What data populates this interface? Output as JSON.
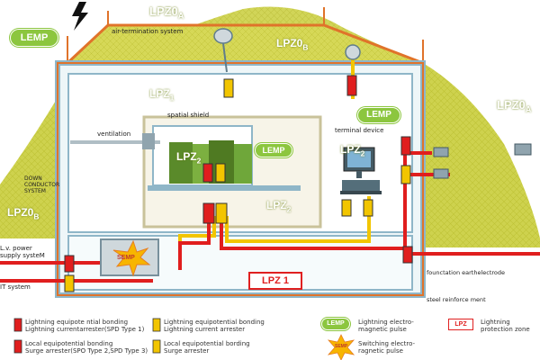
{
  "zones": {
    "lpz0a_top": "LPZ0A",
    "lpz0a_right": "LPZ0A",
    "lpz0b_top": "LPZ0B",
    "lpz0b_left": "LPZ0B",
    "lpz1_top": "LPZ1",
    "lpz2_server": "LPZ2",
    "lpz2_inner": "LPZ2",
    "lpz2_terminal": "LPZ2",
    "lpz1_box": "LPZ 1"
  },
  "lemp": {
    "top_left": "LEMP",
    "right": "LEMP",
    "center": "LEMP"
  },
  "labels": {
    "air_termination": "air-termination system",
    "spatial_shield": "spatial shield",
    "ventilation": "ventilation",
    "terminal_device": "terminal device",
    "down_conductor": "DOWN\nCONDUCTOR\nSYSTEM",
    "power_supply": "L.v. power\nsupply systeM",
    "it_system": "IT system",
    "foundation": "founctation earthelectrode",
    "steel": "steel reinforce ment",
    "semp": "SEMP"
  },
  "legend": {
    "item1": "Lightning equipote ntial bonding\nLightning currentarrester(SPD Type 1)",
    "item2": "Lightning equipotential bonding\nLightning current arrester",
    "item3": "Lightning electro-\nmagnetic pulse",
    "item3_badge": "LEMP",
    "item4": "Lightning\nprotection zone",
    "item4_badge": "LPZ",
    "item5": "Local equipotential bonding\nSurge arrester(SPO Type 2,SPD Type 3)",
    "item6": "Local equipotential bording\nSurge arrester",
    "item7": "Switching electro-\nragnetic pulse",
    "item7_badge": "SEMP"
  },
  "colors": {
    "mesh_green": "#c8cc3a",
    "mesh_line": "#e0732a",
    "building_outer": "#8fb6c8",
    "lightning_red": "#e01e1e",
    "power_yellow": "#f2c500",
    "lemp_green": "#8cc63f",
    "server_green": "#6fa73a"
  },
  "icons": [
    "lightning-bolt-icon",
    "satellite-dish-icon",
    "camera-icon",
    "server-rack-icon",
    "computer-icon",
    "spd-arrester-icon",
    "semp-burst-icon"
  ]
}
